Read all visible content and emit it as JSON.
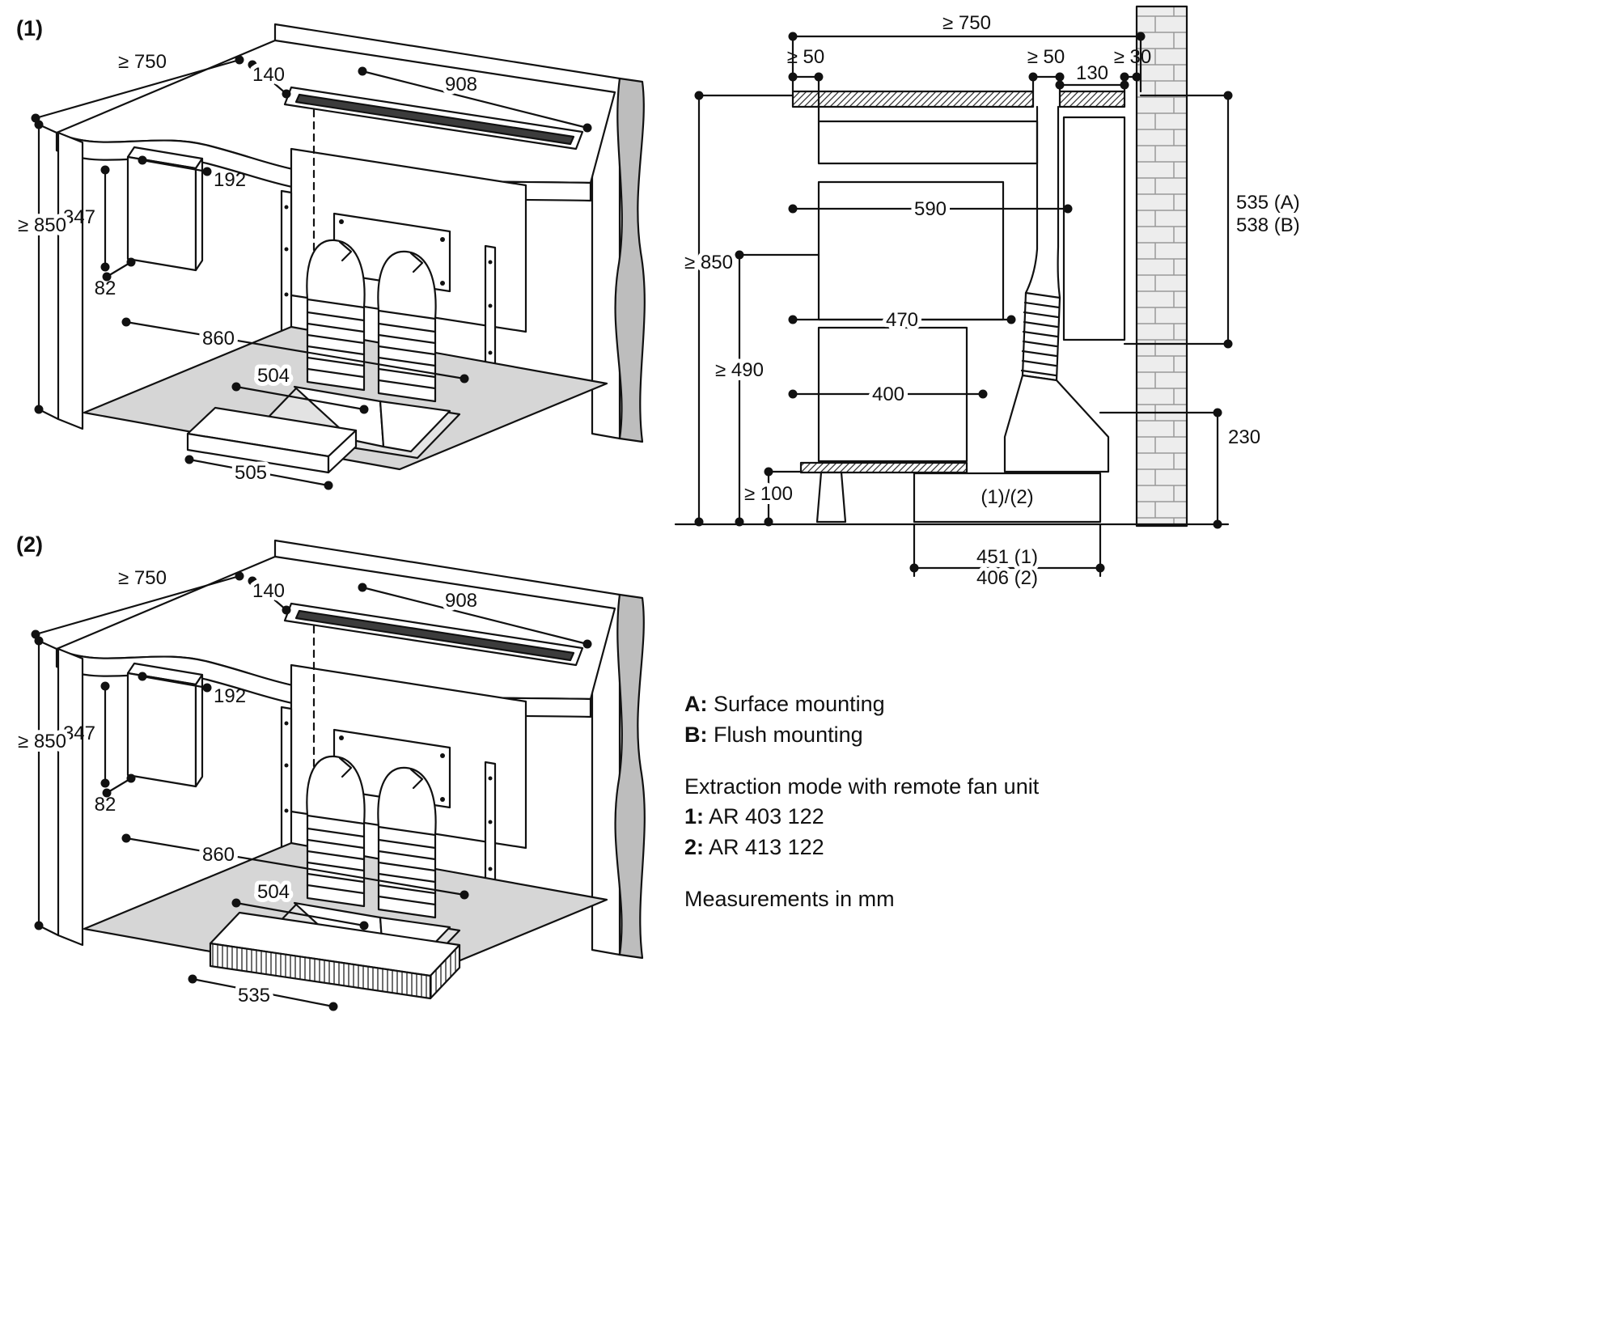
{
  "colors": {
    "ink": "#111111",
    "wall_gray": "#bdbdbd",
    "floor_gray": "#d6d6d6"
  },
  "iso1": {
    "label": "(1)",
    "dims": {
      "depth": "≥ 750",
      "slot_offset": "140",
      "slot_length": "908",
      "wallbox_width": "192",
      "wallbox_height": "347",
      "wallbox_depth": "82",
      "height": "≥ 850",
      "interior_width": "860",
      "plenum_width": "504",
      "bottom_unit_width": "505"
    }
  },
  "iso2": {
    "label": "(2)",
    "dims": {
      "depth": "≥ 750",
      "slot_offset": "140",
      "slot_length": "908",
      "wallbox_width": "192",
      "wallbox_height": "347",
      "wallbox_depth": "82",
      "height": "≥ 850",
      "interior_width": "860",
      "plenum_width": "504",
      "bottom_unit_width": "535"
    }
  },
  "section": {
    "dims": {
      "top_width": "≥ 750",
      "gap_left": "≥ 50",
      "gap_mid": "≥ 50",
      "gap_right": "≥ 30",
      "duct_top_width": "130",
      "cabinet_upper_width": "590",
      "height_surface": "535 (A)",
      "height_flush": "538 (B)",
      "worktop_height": "≥ 850",
      "clearance_width": "470",
      "clearance_height": "≥ 490",
      "cabinet_lower_width": "400",
      "hood_height": "230",
      "plinth_height": "≥ 100",
      "fan_unit_label": "(1)/(2)",
      "fan_width_1": "451 (1)",
      "fan_width_2": "406 (2)"
    }
  },
  "notes": {
    "a_key": "A:",
    "a_val": "Surface mounting",
    "b_key": "B:",
    "b_val": "Flush mounting",
    "mode_line": "Extraction mode with remote fan unit",
    "m1_key": "1:",
    "m1_val": "AR 403 122",
    "m2_key": "2:",
    "m2_val": "AR 413 122",
    "units_line": "Measurements in mm"
  }
}
